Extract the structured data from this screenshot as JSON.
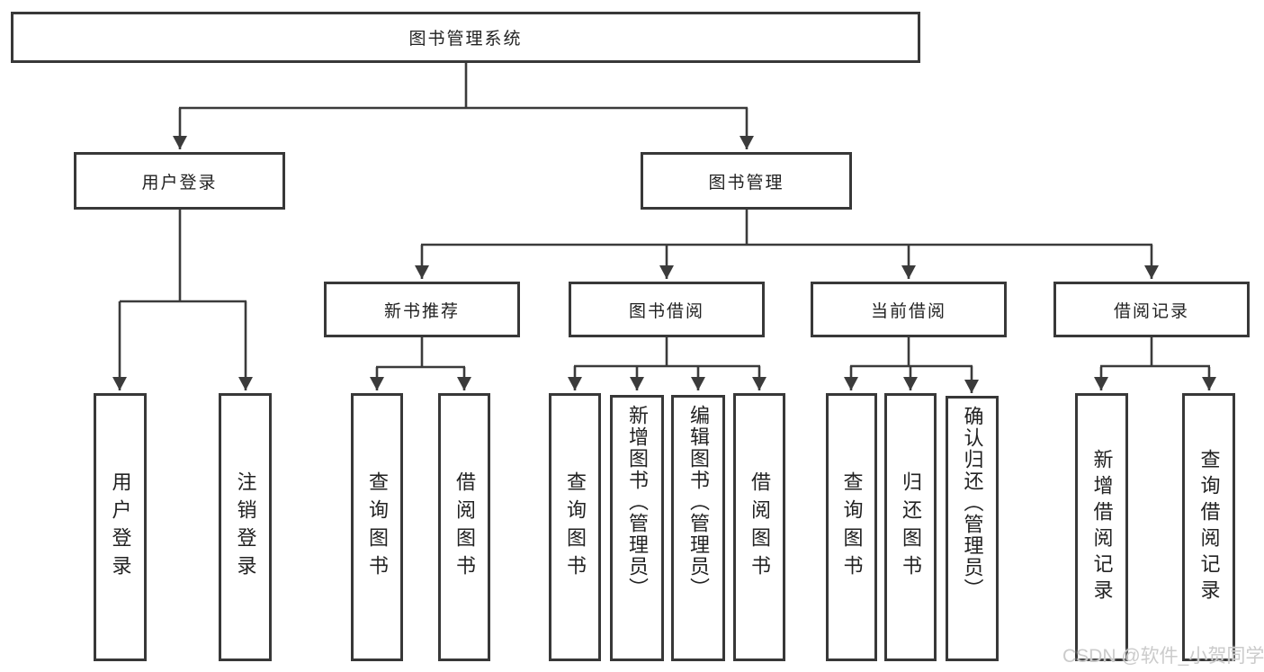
{
  "diagram": {
    "root": "图书管理系统",
    "level2": {
      "user_login": "用户登录",
      "book_mgmt": "图书管理"
    },
    "level3": {
      "new_book_rec": "新书推荐",
      "book_borrow": "图书借阅",
      "current_borrow": "当前借阅",
      "borrow_records": "借阅记录"
    },
    "leaves": {
      "user_login_leaf": "用户登录",
      "logout": "注销登录",
      "query_books_rec": "查询图书",
      "borrow_books_rec": "借阅图书",
      "query_books_borrow": "查询图书",
      "add_books_admin": "新增图书（管理员）",
      "edit_books_admin": "编辑图书（管理员）",
      "borrow_books_borrow": "借阅图书",
      "query_books_current": "查询图书",
      "return_books": "归还图书",
      "confirm_return_admin": "确认归还（管理员）",
      "add_borrow_record": "新增借阅记录",
      "query_borrow_record": "查询借阅记录"
    }
  },
  "watermark": "CSDN @软件_小贺同学",
  "colors": {
    "line": "#3b3b3b",
    "box_border": "#383838",
    "text": "#222222",
    "watermark": "#cbcbcb",
    "background": "#ffffff"
  }
}
